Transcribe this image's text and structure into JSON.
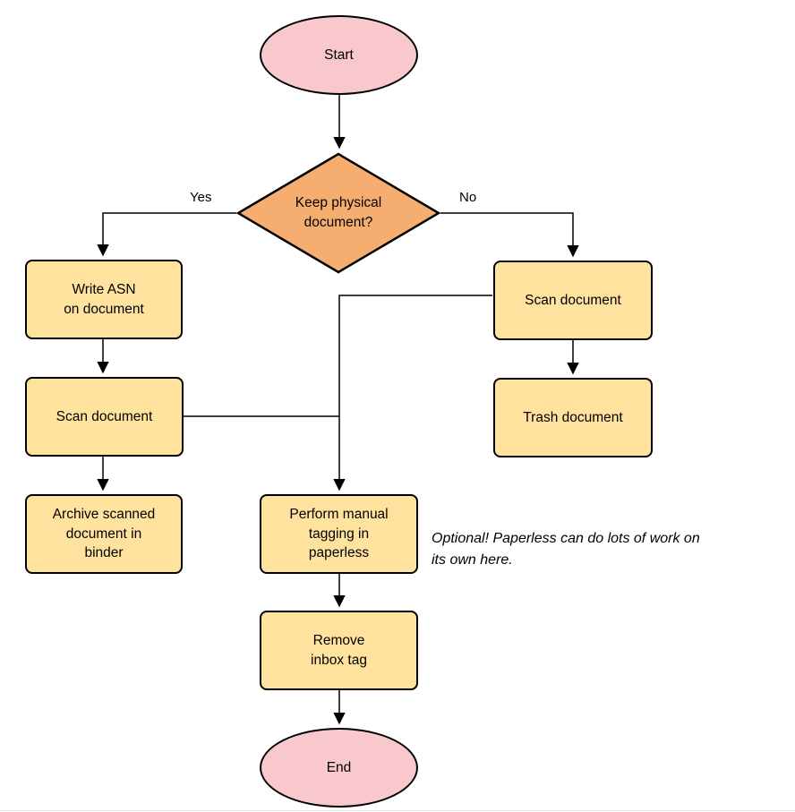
{
  "diagram": {
    "nodes": {
      "start": {
        "label": "Start",
        "type": "terminal"
      },
      "decision": {
        "label": "Keep physical\ndocument?",
        "type": "decision"
      },
      "write_asn": {
        "label": "Write ASN\non document",
        "type": "process"
      },
      "scan_right": {
        "label": "Scan document",
        "type": "process"
      },
      "scan_left": {
        "label": "Scan document",
        "type": "process"
      },
      "trash": {
        "label": "Trash document",
        "type": "process"
      },
      "archive": {
        "label": "Archive scanned\ndocument in\nbinder",
        "type": "process"
      },
      "tagging": {
        "label": "Perform manual\ntagging in\npaperless",
        "type": "process"
      },
      "remove_inbox": {
        "label": "Remove\ninbox tag",
        "type": "process"
      },
      "end": {
        "label": "End",
        "type": "terminal"
      }
    },
    "edge_labels": {
      "yes": "Yes",
      "no": "No"
    },
    "annotation": "Optional! Paperless can do lots of work on\nits own here.",
    "colors": {
      "terminal_fill": "#F8C8CD",
      "decision_fill": "#F6AE70",
      "process_fill": "#FFE29E",
      "stroke": "#000000"
    }
  }
}
